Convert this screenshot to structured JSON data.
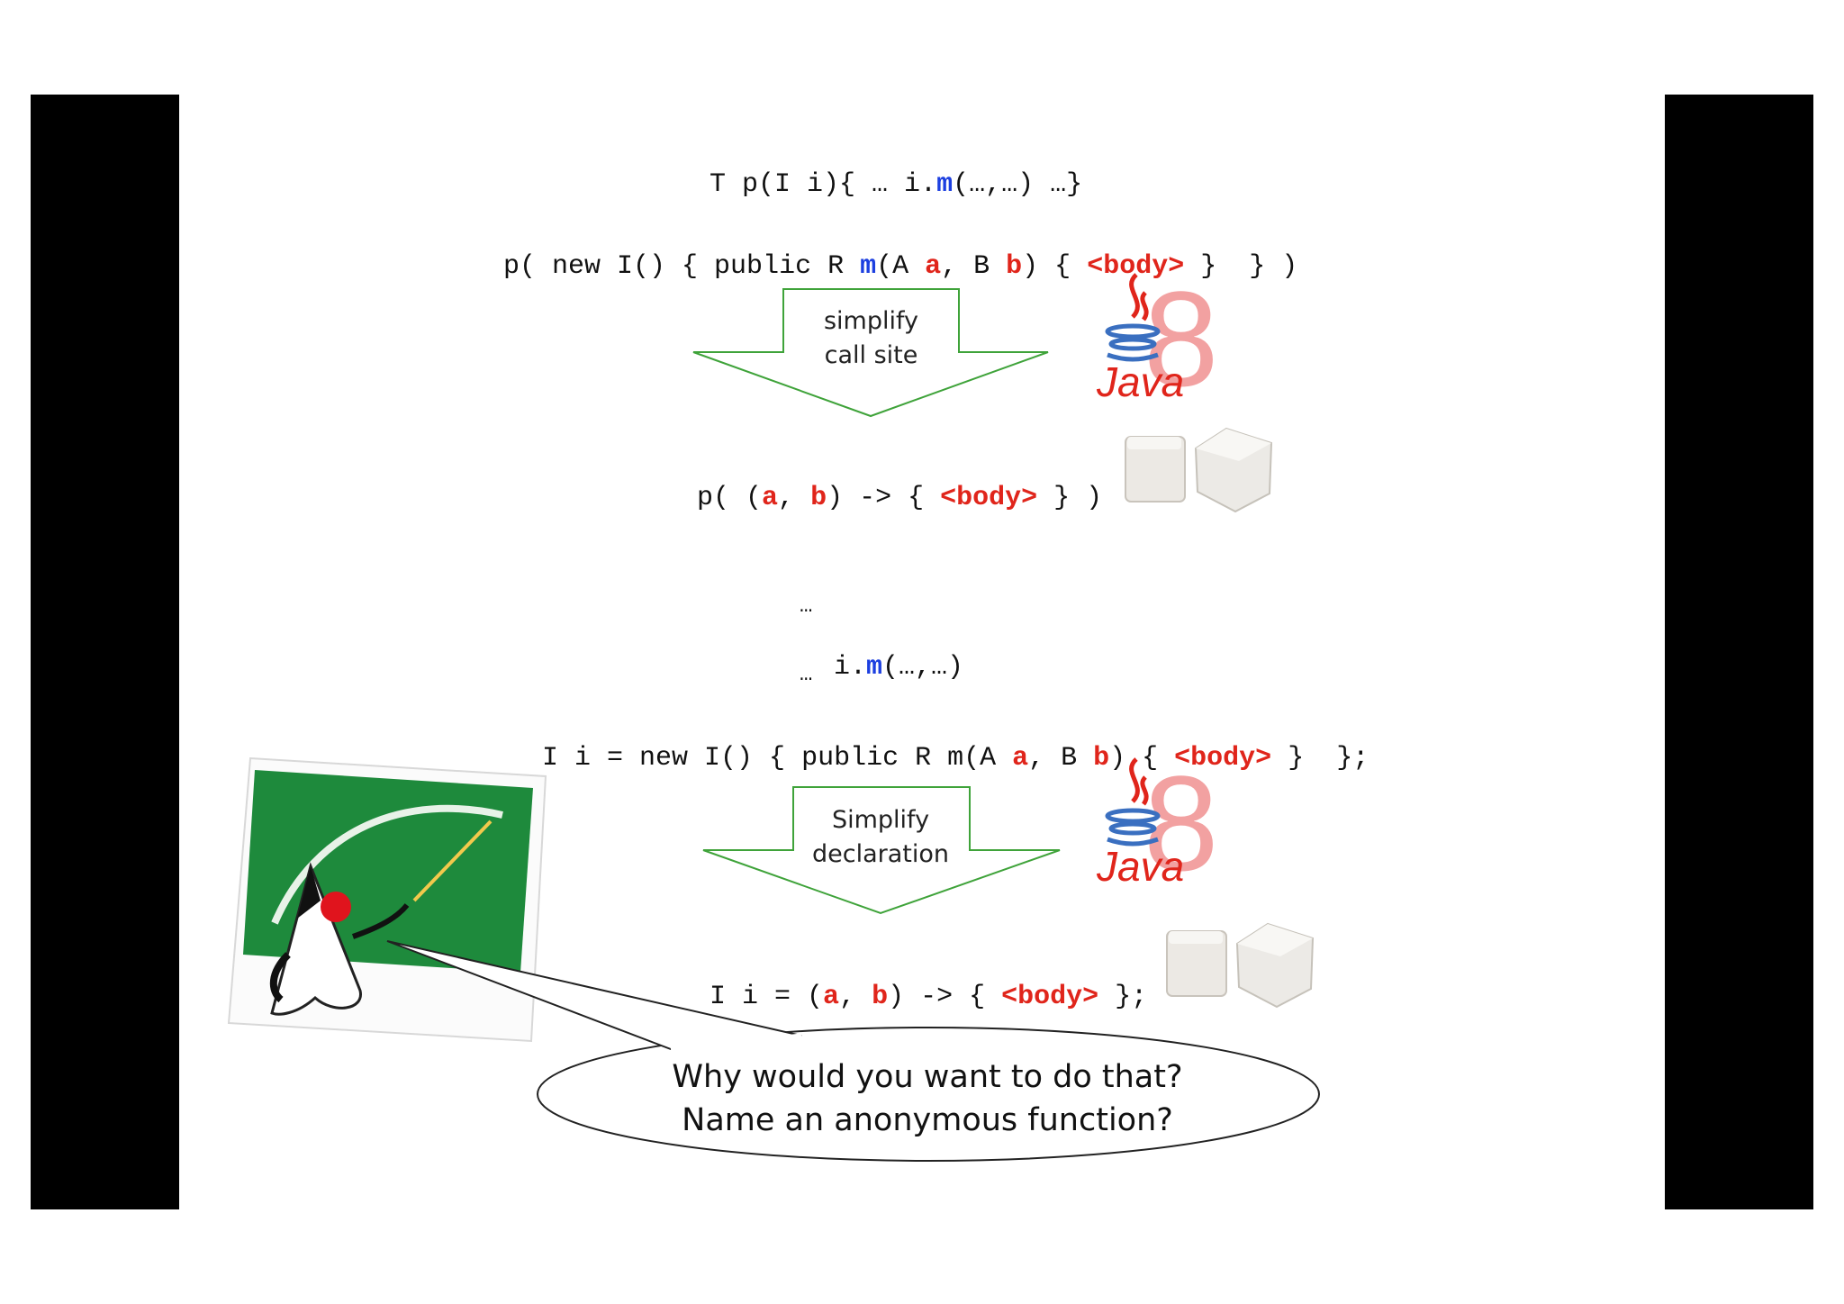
{
  "slide": {
    "line1": {
      "p1": "T p(I i){ … i.",
      "m": "m",
      "p2": "(…,…) …}"
    },
    "line2": {
      "p1": "p( new I() { public R ",
      "m": "m",
      "p2": "(A ",
      "a": "a",
      "p3": ", B ",
      "b": "b",
      "p4": ") { ",
      "body": "<body>",
      "p5": " }  } )"
    },
    "arrow1": {
      "line1": "simplify",
      "line2": "call site"
    },
    "line3": {
      "p1": "p( (",
      "a": "a",
      "p2": ", ",
      "b": "b",
      "p3": ") -> { ",
      "body": "<body>",
      "p4": " } )"
    },
    "line4": {
      "dots1": "…",
      "p1": "i.",
      "m": "m",
      "p2": "(…,…)",
      "dots2": "…"
    },
    "line5": {
      "p1": "I i = new I() { public R m(A ",
      "a": "a",
      "p2": ", B ",
      "b": "b",
      "p3": ") { ",
      "body": "<body>",
      "p4": " }  };"
    },
    "arrow2": {
      "line1": "Simplify",
      "line2": "declaration"
    },
    "line6": {
      "p1": "I i = (",
      "a": "a",
      "p2": ", ",
      "b": "b",
      "p3": ") -> { ",
      "body": "<body>",
      "p4": " };"
    },
    "bubble": {
      "line1": "Why would you want to do that?",
      "line2": "Name an anonymous function?"
    },
    "logo": {
      "text": "Java",
      "digit": "8"
    }
  },
  "colors": {
    "keyword_red": "#e0251b",
    "method_blue": "#1c3fe0",
    "arrow_green": "#3fa33a",
    "board_green": "#1e8a3c"
  }
}
